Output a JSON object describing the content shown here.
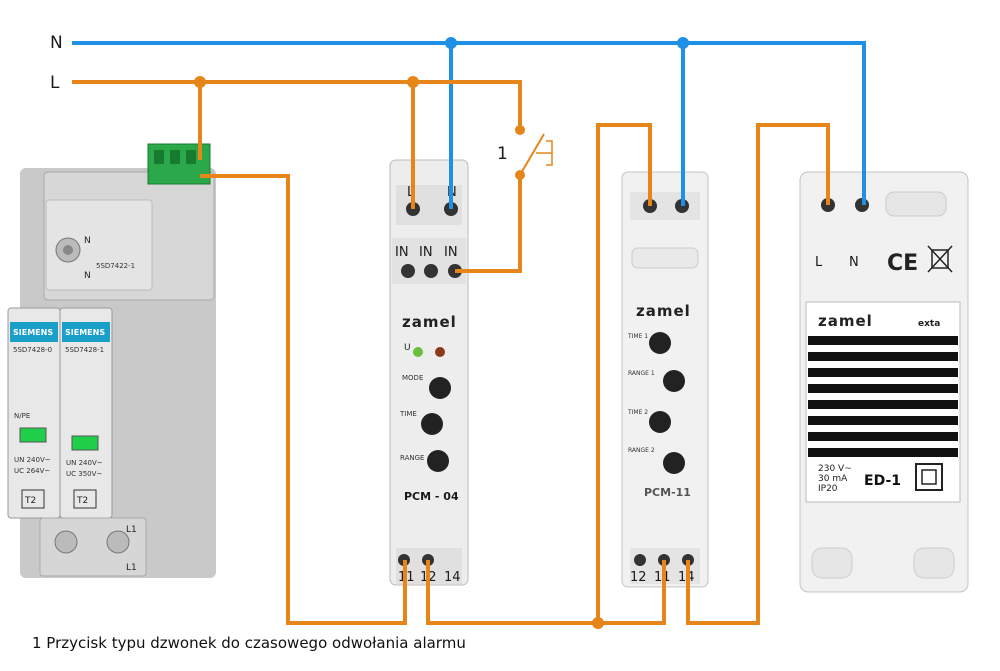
{
  "lines": {
    "neutral_label": "N",
    "live_label": "L"
  },
  "colors": {
    "neutral": "#1e90e6",
    "live": "#e6861a",
    "device_body": "#ededed"
  },
  "switch": {
    "number": "1"
  },
  "caption": "1 Przycisk typu dzwonek do czasowego odwołania alarmu",
  "surge_protector": {
    "brand": "SIEMENS",
    "top_module": "5SD7422-1",
    "top_terms": [
      "N",
      "N"
    ],
    "module_left": "5SD7428-0",
    "module_right": "5SD7428-1",
    "left_pe": "N/PE",
    "left_ratings": [
      "UN 240V~",
      "UC 264V~"
    ],
    "right_ratings": [
      "UN 240V~",
      "UC 350V~"
    ],
    "class_left": "T2",
    "class_right": "T2",
    "bottom_terms": [
      "L1",
      "L1"
    ]
  },
  "pcm04": {
    "brand": "zamel",
    "model": "PCM - 04",
    "top_terms": [
      "L",
      "N"
    ],
    "in_terms": [
      "IN",
      "IN",
      "IN"
    ],
    "led_u": "U",
    "mode_label": "MODE",
    "time_label": "TIME",
    "range_label": "RANGE",
    "bottom_terms": [
      "11",
      "12",
      "14"
    ]
  },
  "pcm11": {
    "brand": "zamel",
    "model": "PCM-11",
    "time1_label": "TIME 1",
    "range1_label": "RANGE 1",
    "time2_label": "TIME 2",
    "range2_label": "RANGE 2",
    "bottom_terms": [
      "12",
      "11",
      "14"
    ]
  },
  "ed1": {
    "brand": "zamel",
    "logo2": "exta",
    "model": "ED-1",
    "terms": [
      "L",
      "N"
    ],
    "marks": "CE",
    "specs": [
      "230 V~",
      "30 mA",
      "IP20"
    ]
  }
}
